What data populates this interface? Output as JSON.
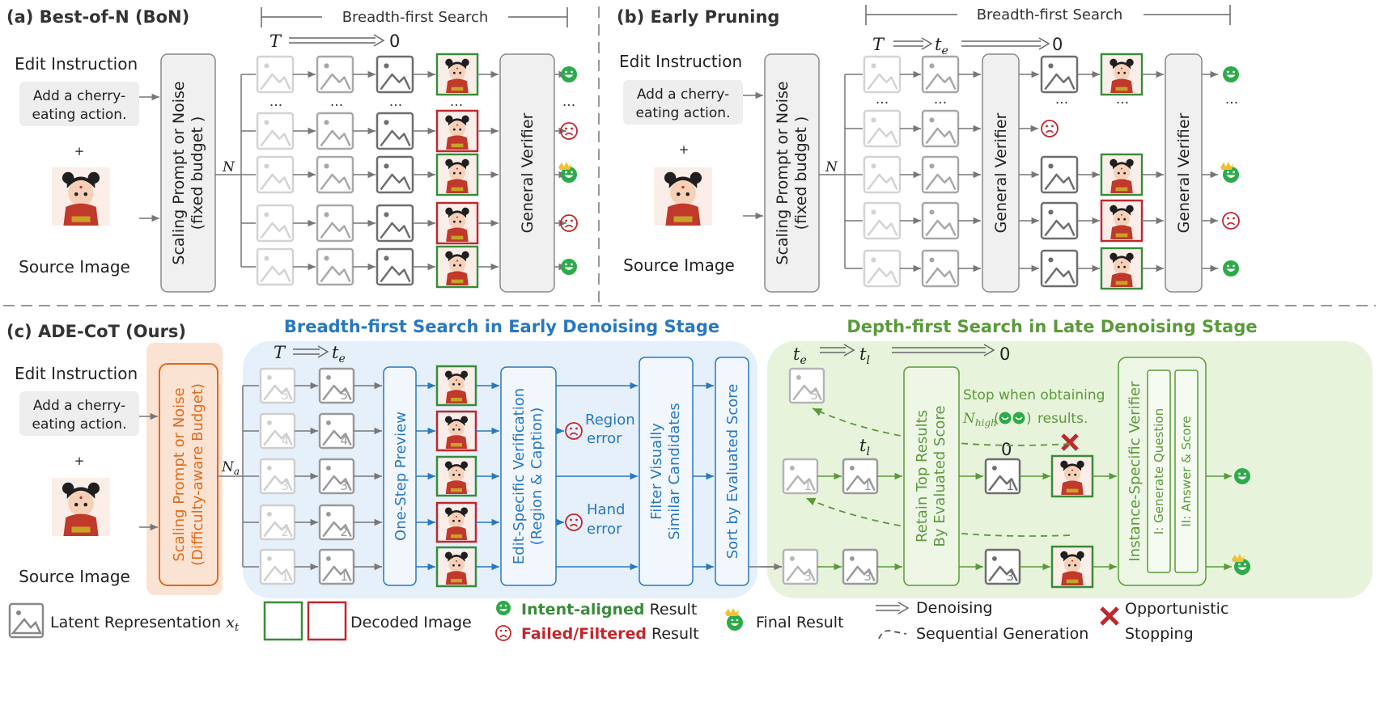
{
  "panel_a": {
    "title": "(a) Best-of-N (BoN)",
    "search_label": "Breadth-first Search",
    "t_start": "T",
    "t_end": "0",
    "edit_instruction_label": "Edit Instruction",
    "instruction_text_line1": "Add a cherry-",
    "instruction_text_line2": "eating action.",
    "plus": "+",
    "source_label": "Source Image",
    "scaling_line1": "Scaling Prompt or Noise",
    "scaling_line2": "(fixed budget )",
    "n_label": "N",
    "verifier_label": "General Verifier",
    "ellipsis": "...",
    "outcomes": [
      "success",
      "fail",
      "final",
      "fail",
      "success"
    ]
  },
  "panel_b": {
    "title": "(b) Early Pruning",
    "search_label": "Breadth-first Search",
    "t_start": "T",
    "t_mid": "t",
    "t_mid_sub": "e",
    "t_end": "0",
    "edit_instruction_label": "Edit Instruction",
    "instruction_text_line1": "Add a cherry-",
    "instruction_text_line2": "eating action.",
    "plus": "+",
    "source_label": "Source Image",
    "scaling_line1": "Scaling Prompt or Noise",
    "scaling_line2": "(fixed budget )",
    "n_label": "N",
    "verifier1_label": "General Verifier",
    "verifier2_label": "General Verifier",
    "ellipsis": "..."
  },
  "panel_c": {
    "title": "(c) ADE-CoT (Ours)",
    "early_title": "Breadth-first Search in Early Denoising Stage",
    "late_title": "Depth-first Search in Late Denoising Stage",
    "edit_instruction_label": "Edit Instruction",
    "instruction_text_line1": "Add a cherry-",
    "instruction_text_line2": "eating action.",
    "plus": "+",
    "source_label": "Source Image",
    "scaling_line1": "Scaling Prompt or Noise",
    "scaling_line2": "(Difficulty-aware Budget)",
    "na_label": "N",
    "na_sub": "a",
    "one_step_preview": "One-Step Preview",
    "edit_verif_line1": "Edit-Specific Verification",
    "edit_verif_line2": "(Region & Caption)",
    "region_error_line1": "Region",
    "region_error_line2": "error",
    "hand_error_line1": "Hand",
    "hand_error_line2": "error",
    "filter_line1": "Filter Visually",
    "filter_line2": "Similar Candidates",
    "sort_label": "Sort by Evaluated Score",
    "retain_line1": "Retain Top Results",
    "retain_line2": "By Evaluated Score",
    "stop_line1": "Stop when obtaining",
    "stop_line2": "results.",
    "n_high": "N",
    "n_high_sub": "high",
    "instance_verifier": "Instance-Specific Verifier",
    "gen_question": "I: Generate Question",
    "answer_score": "II: Answer & Score",
    "latent_numbers": [
      "5",
      "4",
      "3",
      "2",
      "1"
    ],
    "late_numbers": [
      "5",
      "1",
      "3"
    ],
    "time_T": "T",
    "time_te": "t",
    "time_te_sub": "e",
    "time_tl": "t",
    "time_tl_sub": "l",
    "time_zero": "0"
  },
  "legend": {
    "latent_label": "Latent Representation",
    "latent_symbol": "x",
    "latent_sub": "t",
    "decoded_label": "Decoded Image",
    "intent_bold": "Intent-aligned",
    "intent_rest": " Result",
    "failed_bold": "Failed/Filtered",
    "failed_rest": " Result",
    "final_label": "Final Result",
    "denoising_label": "Denoising",
    "sequential_label": "Sequential Generation",
    "opportunistic_line1": "Opportunistic",
    "opportunistic_line2": "Stopping"
  },
  "colors": {
    "green": "#2e8b3e",
    "red": "#c0272d",
    "blue": "#2878c0",
    "orange": "#e06a1a",
    "early_bg": "#e6f0fa",
    "late_bg": "#e8f3dc",
    "budget_bg": "#fbe3d4"
  }
}
